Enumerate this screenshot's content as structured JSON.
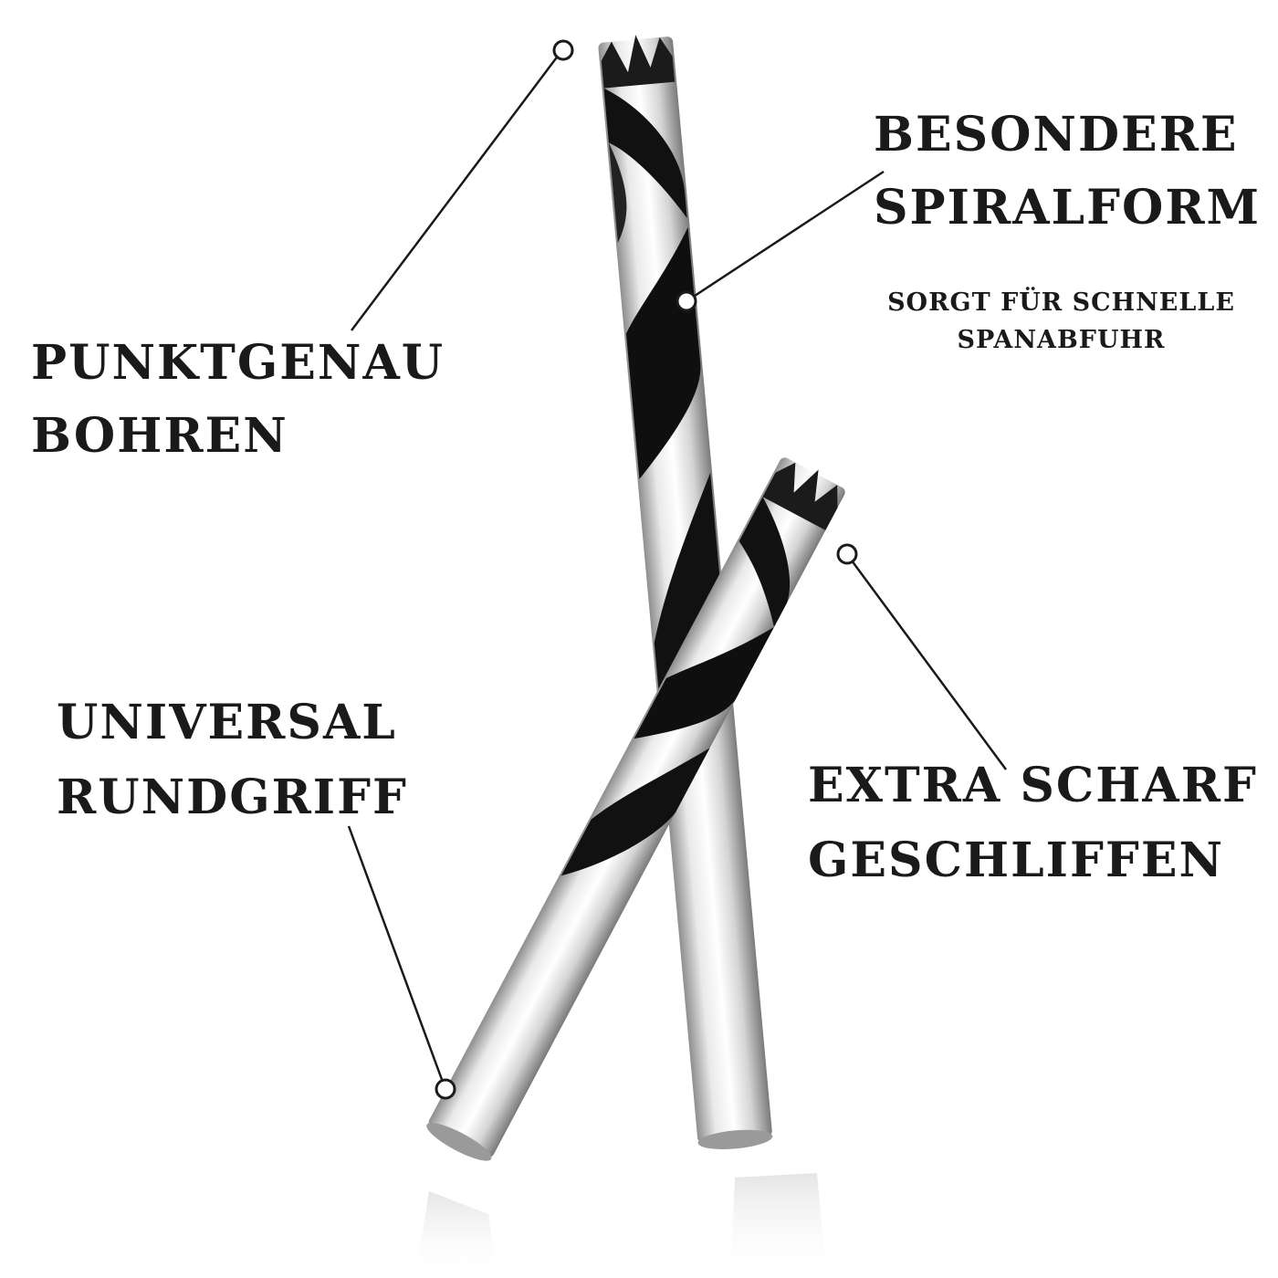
{
  "labels": {
    "punktgenau": {
      "line1": "PUNKTGENAU",
      "line2": "BOHREN"
    },
    "spiralform": {
      "line1": "BESONDERE",
      "line2": "SPIRALFORM"
    },
    "spiralform_sub": {
      "line1": "SORGT FÜR SCHNELLE",
      "line2": "SPANABFUHR"
    },
    "rundgriff": {
      "line1": "UNIVERSAL",
      "line2": "RUNDGRIFF"
    },
    "scharf": {
      "line1": "EXTRA SCHARF",
      "line2": "GESCHLIFFEN"
    }
  },
  "colors": {
    "background": "#ffffff",
    "text": "#1a1a1a",
    "steel": "#d9d9d9",
    "flute": "#111111"
  }
}
